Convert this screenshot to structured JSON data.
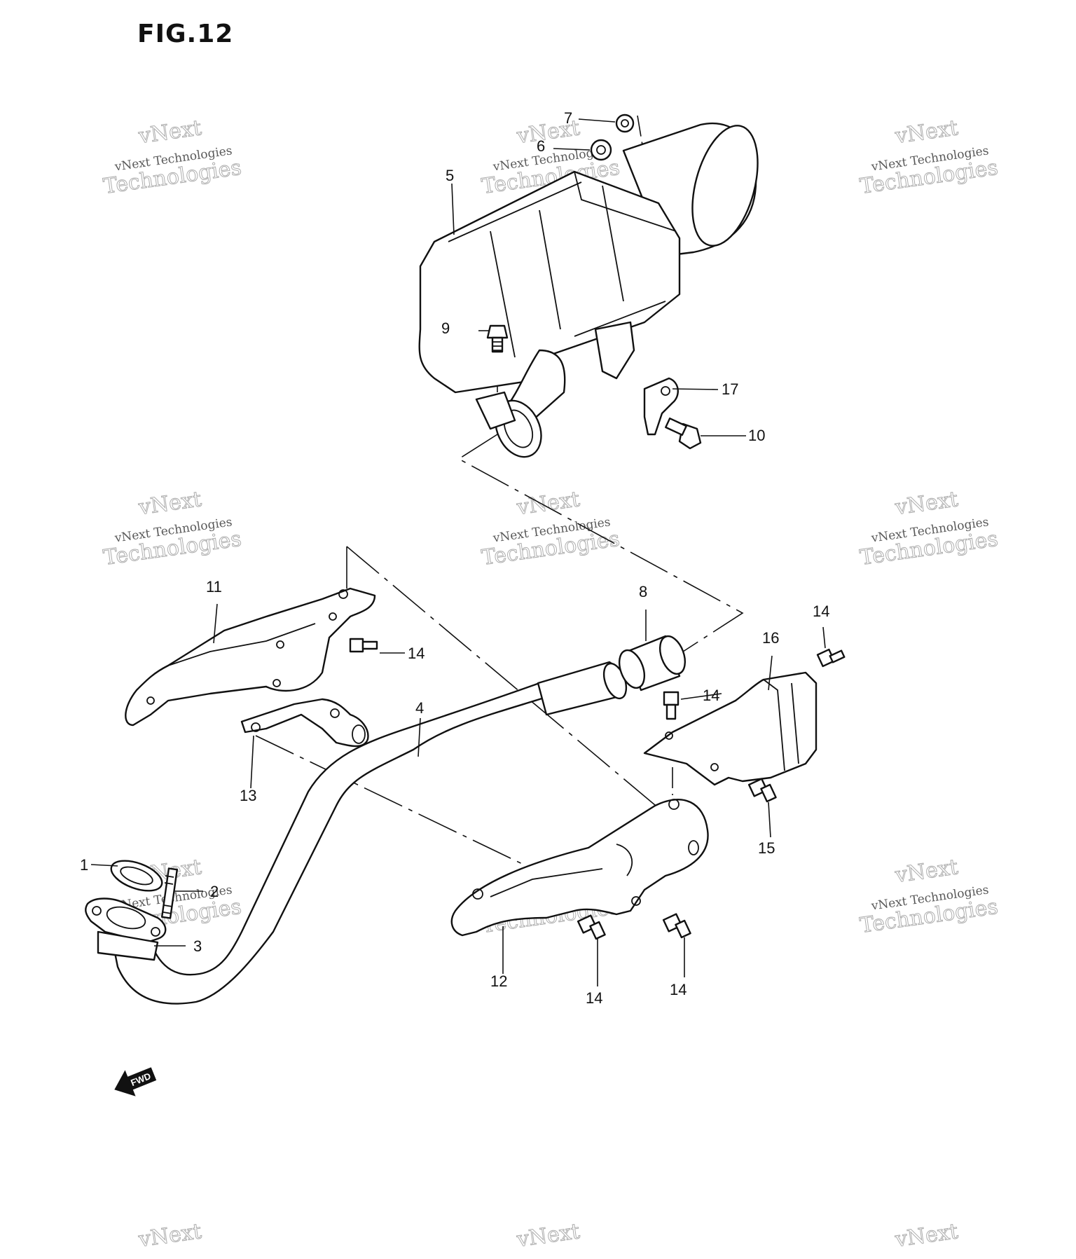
{
  "figure": {
    "title": "FIG.12"
  },
  "callouts": [
    {
      "label": "1"
    },
    {
      "label": "2"
    },
    {
      "label": "3"
    },
    {
      "label": "4"
    },
    {
      "label": "5"
    },
    {
      "label": "6"
    },
    {
      "label": "7"
    },
    {
      "label": "8"
    },
    {
      "label": "9"
    },
    {
      "label": "10"
    },
    {
      "label": "11"
    },
    {
      "label": "12"
    },
    {
      "label": "13"
    },
    {
      "label": "14"
    },
    {
      "label": "14"
    },
    {
      "label": "14"
    },
    {
      "label": "14"
    },
    {
      "label": "14"
    },
    {
      "label": "15"
    },
    {
      "label": "16"
    },
    {
      "label": "17"
    }
  ],
  "watermark": {
    "line1": "vNext Technologies",
    "line2": "vNext",
    "line3": "Technologies"
  },
  "direction_badge": {
    "label": "FWD"
  }
}
